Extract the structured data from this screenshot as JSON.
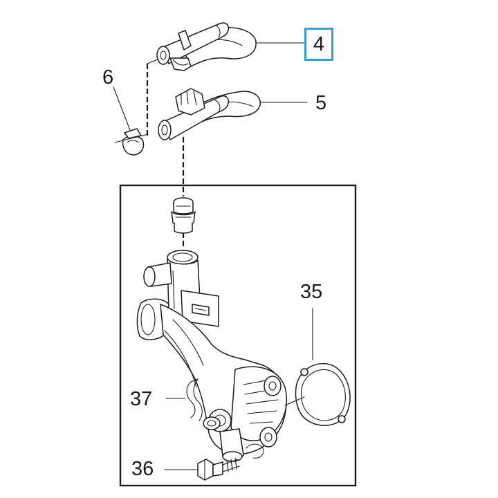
{
  "labels": {
    "part_4": "4",
    "part_5": "5",
    "part_6": "6",
    "part_35": "35",
    "part_36": "36",
    "part_37": "37"
  },
  "colors": {
    "line": "#1a1a1a",
    "highlight_box": "#2aa3d8",
    "background": "#ffffff"
  }
}
